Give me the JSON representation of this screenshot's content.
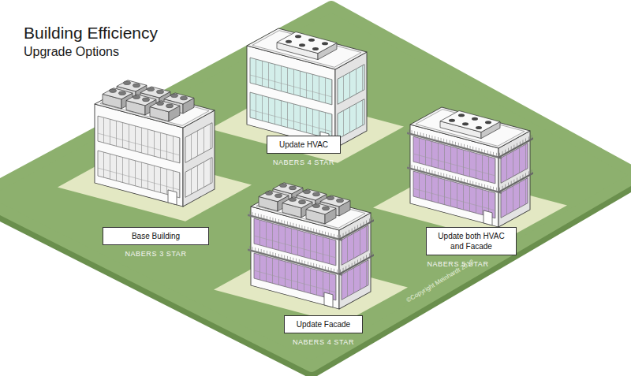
{
  "diagram": {
    "title": "Building Efficiency",
    "nodes": [
      {
        "text": [
          "Update HVAC",
          "NABERS 4 STAR"
        ]
      },
      {
        "text": [
          "Base Building",
          "NABERS 3 STAR"
        ]
      },
      {
        "text": [
          "Update both HVAC and Facade",
          "NABERS 5 STAR"
        ]
      },
      {
        "text": [
          "Update Facade",
          "NABERS 4 STAR"
        ]
      }
    ],
    "labels": [
      "Upgrade Options",
      "©Copyright Meinhardt 2012"
    ]
  }
}
